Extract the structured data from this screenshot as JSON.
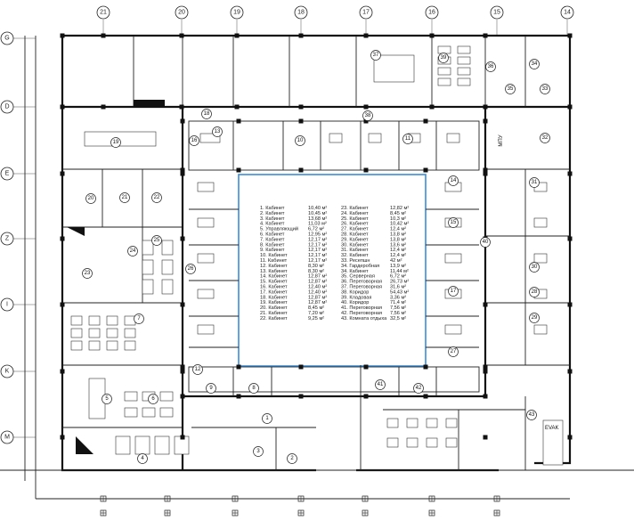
{
  "axes_top": [
    "21",
    "20",
    "19",
    "18",
    "17",
    "16",
    "15",
    "14"
  ],
  "axes_left": [
    "G",
    "D",
    "E",
    "Z",
    "I",
    "K",
    "M"
  ],
  "rooms": [
    "1",
    "2",
    "3",
    "4",
    "5",
    "6",
    "7",
    "8",
    "9",
    "10",
    "11",
    "12",
    "13",
    "14",
    "15",
    "16",
    "17",
    "18",
    "19",
    "20",
    "21",
    "22",
    "23",
    "24",
    "25",
    "26",
    "27",
    "28",
    "29",
    "30",
    "31",
    "32",
    "33",
    "34",
    "35",
    "36",
    "37",
    "38",
    "39",
    "40",
    "41",
    "42",
    "43"
  ],
  "legend": [
    {
      "n": "1. Кабинет",
      "a": "10,40 м²"
    },
    {
      "n": "2. Кабинет",
      "a": "10,45 м²"
    },
    {
      "n": "3. Кабинет",
      "a": "13,68 м²"
    },
    {
      "n": "4. Кабинет",
      "a": "11,03 м²"
    },
    {
      "n": "5. Управляющий",
      "a": "6,72 м²"
    },
    {
      "n": "6. Кабинет",
      "a": "12,95 м²"
    },
    {
      "n": "7. Кабинет",
      "a": "12,17 м²"
    },
    {
      "n": "8. Кабинет",
      "a": "12,17 м²"
    },
    {
      "n": "9. Кабинет",
      "a": "12,17 м²"
    },
    {
      "n": "10. Кабинет",
      "a": "12,17 м²"
    },
    {
      "n": "11. Кабинет",
      "a": "12,17 м²"
    },
    {
      "n": "12. Кабинет",
      "a": "8,30 м²"
    },
    {
      "n": "13. Кабинет",
      "a": "8,30 м²"
    },
    {
      "n": "14. Кабинет",
      "a": "12,87 м²"
    },
    {
      "n": "15. Кабинет",
      "a": "12,87 м²"
    },
    {
      "n": "16. Кабинет",
      "a": "12,40 м²"
    },
    {
      "n": "17. Кабинет",
      "a": "12,40 м²"
    },
    {
      "n": "18. Кабинет",
      "a": "12,87 м²"
    },
    {
      "n": "19. Кабинет",
      "a": "12,87 м²"
    },
    {
      "n": "20. Кабинет",
      "a": "8,45 м²"
    },
    {
      "n": "21. Кабинет",
      "a": "7,20 м²"
    },
    {
      "n": "22. Кабинет",
      "a": "9,25 м²"
    },
    {
      "n": "23. Кабинет",
      "a": "12,82 м²"
    },
    {
      "n": "24. Кабинет",
      "a": "8,45 м²"
    },
    {
      "n": "25. Кабинет",
      "a": "10,3 м²"
    },
    {
      "n": "26. Кабинет",
      "a": "10,42 м²"
    },
    {
      "n": "27. Кабинет",
      "a": "12,4 м²"
    },
    {
      "n": "28. Кабинет",
      "a": "13,8 м²"
    },
    {
      "n": "29. Кабинет",
      "a": "13,8 м²"
    },
    {
      "n": "30. Кабинет",
      "a": "13,6 м²"
    },
    {
      "n": "31. Кабинет",
      "a": "12,4 м²"
    },
    {
      "n": "32. Кабинет",
      "a": "12,4 м²"
    },
    {
      "n": "33. Ресепшн",
      "a": "42 м²"
    },
    {
      "n": "34. Гардеробная",
      "a": "13,9 м²"
    },
    {
      "n": "34. Кабинет",
      "a": "11,44 м²"
    },
    {
      "n": "35. Серверная",
      "a": "6,72 м²"
    },
    {
      "n": "36. Переговорная",
      "a": "26,73 м²"
    },
    {
      "n": "37. Переговорная",
      "a": "31,6 м²"
    },
    {
      "n": "38. Коридор",
      "a": "54,43 м²"
    },
    {
      "n": "39. Кладовая",
      "a": "3,36 м²"
    },
    {
      "n": "40. Коридор",
      "a": "71,4 м²"
    },
    {
      "n": "41. Переговорная",
      "a": "7,56 м²"
    },
    {
      "n": "42. Переговорная",
      "a": "7,56 м²"
    },
    {
      "n": "43. Комната отдыха",
      "a": "32,5 м²"
    }
  ],
  "evak_label": "EVAK",
  "mpu_label": "МПУ"
}
